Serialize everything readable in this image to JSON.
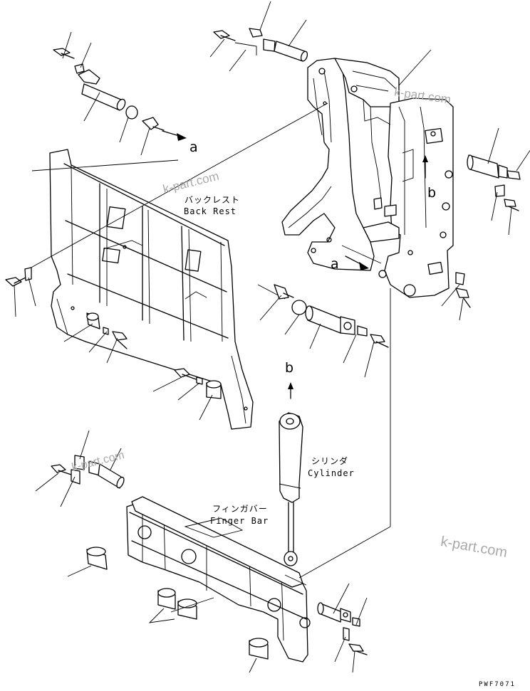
{
  "labels": {
    "back_rest_jp": "バックレスト",
    "back_rest_en": "Back Rest",
    "cylinder_jp": "シリンダ",
    "cylinder_en": "Cylinder",
    "finger_bar_jp": "フィンガバー",
    "finger_bar_en": "Finger Bar"
  },
  "callouts": {
    "a_top": "a",
    "a_mid": "a",
    "b_right": "b",
    "b_mid": "b"
  },
  "watermarks": [
    "k-part.com",
    "k-part.com",
    "k-part.com",
    "k-part.com"
  ],
  "drawing_code": "PWF7071"
}
